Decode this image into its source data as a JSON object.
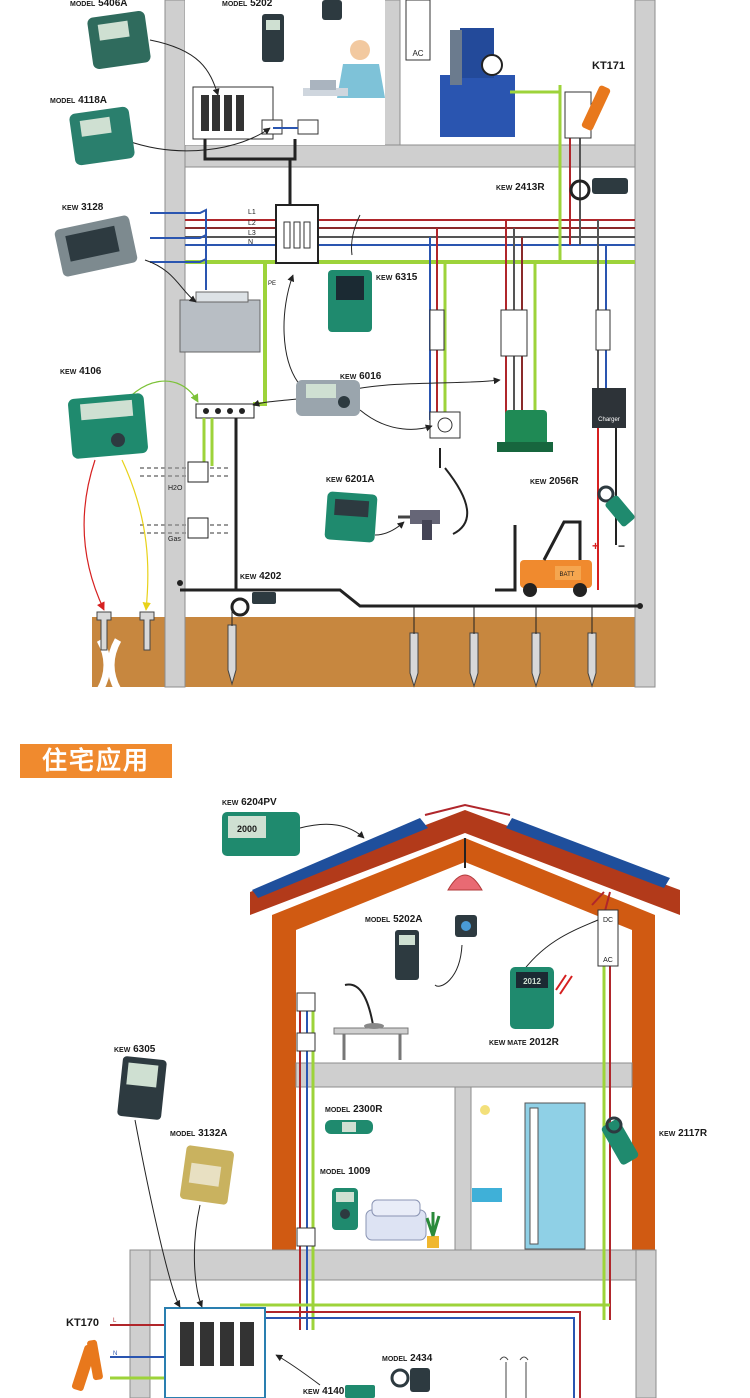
{
  "section": {
    "title": "住宅应用"
  },
  "colors": {
    "wall": "#c8c8c8",
    "wall_edge": "#8d8d8d",
    "soil": "#c7873f",
    "roof_red": "#b23a1a",
    "roof_beam": "#d05a12",
    "panel": "#1f4f9c",
    "wire_l1": "#b0262b",
    "wire_l2": "#8a2a2a",
    "wire_n": "#2a55b0",
    "wire_pe": "#9dd33a",
    "device_teal": "#18826e",
    "device_dark": "#2d3a40",
    "tag_orange": "#f08a2e"
  },
  "industrial": {
    "devices": [
      {
        "id": "5406A",
        "prefix": "MODEL",
        "model": "5406A"
      },
      {
        "id": "5202-top",
        "prefix": "MODEL",
        "model": "5202"
      },
      {
        "id": "4118A",
        "prefix": "MODEL",
        "model": "4118A"
      },
      {
        "id": "KT171",
        "prefix": "",
        "model": "KT171"
      },
      {
        "id": "2413R",
        "prefix": "KEW",
        "model": "2413R"
      },
      {
        "id": "3128",
        "prefix": "KEW",
        "model": "3128"
      },
      {
        "id": "6315",
        "prefix": "KEW",
        "model": "6315"
      },
      {
        "id": "4106",
        "prefix": "KEW",
        "model": "4106"
      },
      {
        "id": "6016",
        "prefix": "KEW",
        "model": "6016"
      },
      {
        "id": "6201A",
        "prefix": "KEW",
        "model": "6201A"
      },
      {
        "id": "2056R",
        "prefix": "KEW",
        "model": "2056R"
      },
      {
        "id": "4202",
        "prefix": "KEW",
        "model": "4202"
      }
    ],
    "texts": {
      "phase_l1": "L1",
      "phase_l2": "L2",
      "phase_l3": "L3",
      "phase_n": "N",
      "pe": "PE",
      "ac": "AC",
      "h2o": "H2O",
      "gas": "Gas",
      "charger": "Charger",
      "batt": "BATT",
      "plus": "+",
      "minus": "−"
    }
  },
  "residential": {
    "devices": [
      {
        "id": "6204PV",
        "prefix": "KEW",
        "model": "6204PV",
        "screen": "2000"
      },
      {
        "id": "5202A",
        "prefix": "MODEL",
        "model": "5202A"
      },
      {
        "id": "2012R",
        "prefix": "KEW MATE",
        "model": "2012R",
        "screen": "2012"
      },
      {
        "id": "6305",
        "prefix": "KEW",
        "model": "6305"
      },
      {
        "id": "2300R",
        "prefix": "MODEL",
        "model": "2300R"
      },
      {
        "id": "3132A",
        "prefix": "MODEL",
        "model": "3132A"
      },
      {
        "id": "1009",
        "prefix": "MODEL",
        "model": "1009"
      },
      {
        "id": "2117R",
        "prefix": "KEW",
        "model": "2117R"
      },
      {
        "id": "KT170",
        "prefix": "",
        "model": "KT170"
      },
      {
        "id": "2434",
        "prefix": "MODEL",
        "model": "2434"
      },
      {
        "id": "4140",
        "prefix": "KEW",
        "model": "4140"
      }
    ],
    "texts": {
      "dc": "DC",
      "ac": "AC",
      "l": "L",
      "n": "N"
    }
  }
}
